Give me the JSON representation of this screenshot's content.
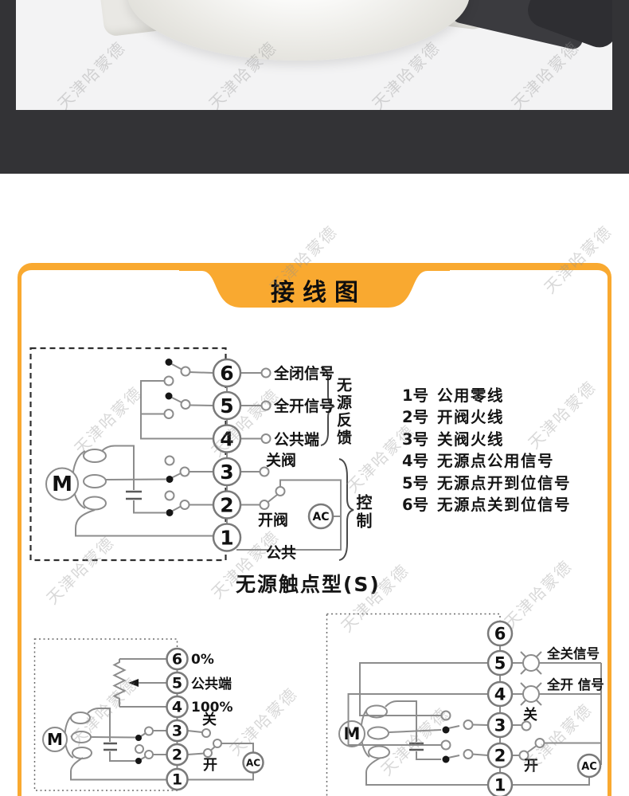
{
  "watermark": {
    "text": "天津哈蒙德"
  },
  "banner": {
    "title": "接线图"
  },
  "colors": {
    "accent_orange": "#F9A930",
    "frame_dark": "#333336",
    "photo_bg": "#f3f3f4"
  },
  "main_diagram": {
    "motor": "M",
    "ac": "AC",
    "terminals": [
      "6",
      "5",
      "4",
      "3",
      "2",
      "1"
    ],
    "labels": {
      "t6": "全闭信号",
      "t5": "全开信号",
      "t4": "公共端",
      "t3": "关阀",
      "t2": "开阀",
      "t1": "公共"
    },
    "feedback_group": "无源反馈",
    "control_group": "控制",
    "caption": "无源触点型(S)"
  },
  "terminal_legend": [
    {
      "num": "1号",
      "desc": "公用零线"
    },
    {
      "num": "2号",
      "desc": "开阀火线"
    },
    {
      "num": "3号",
      "desc": "关阀火线"
    },
    {
      "num": "4号",
      "desc": "无源点公用信号"
    },
    {
      "num": "5号",
      "desc": "无源点开到位信号"
    },
    {
      "num": "6号",
      "desc": "无源点关到位信号"
    }
  ],
  "left_diagram": {
    "motor": "M",
    "ac": "AC",
    "terminals": [
      "6",
      "5",
      "4",
      "3",
      "2",
      "1"
    ],
    "labels": {
      "t6": "0%",
      "t5": "公共端",
      "t4": "100%",
      "t3": "关",
      "t2": "开"
    }
  },
  "right_diagram": {
    "motor": "M",
    "ac": "AC",
    "terminals": [
      "6",
      "5",
      "4",
      "3",
      "2",
      "1"
    ],
    "labels": {
      "t5": "全关信号",
      "t4": "全开 信号",
      "t3": "关",
      "t2": "开"
    }
  }
}
